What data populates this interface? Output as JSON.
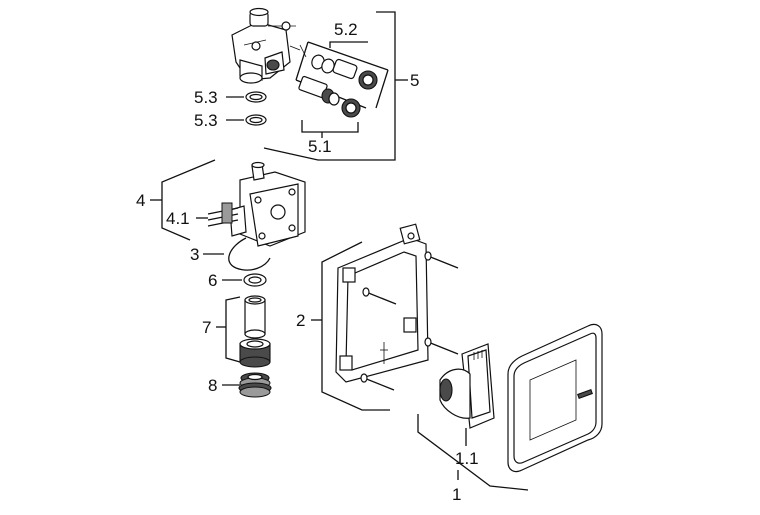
{
  "callouts": {
    "c1": "1",
    "c1_1": "1.1",
    "c2": "2",
    "c3": "3",
    "c4": "4",
    "c4_1": "4.1",
    "c5": "5",
    "c5_1": "5.1",
    "c5_2": "5.2",
    "c5_3a": "5.3",
    "c5_3b": "5.3",
    "c6": "6",
    "c7": "7",
    "c8": "8"
  },
  "colors": {
    "line": "#111111",
    "shade": "#4a4a4a",
    "background": "#ffffff"
  }
}
